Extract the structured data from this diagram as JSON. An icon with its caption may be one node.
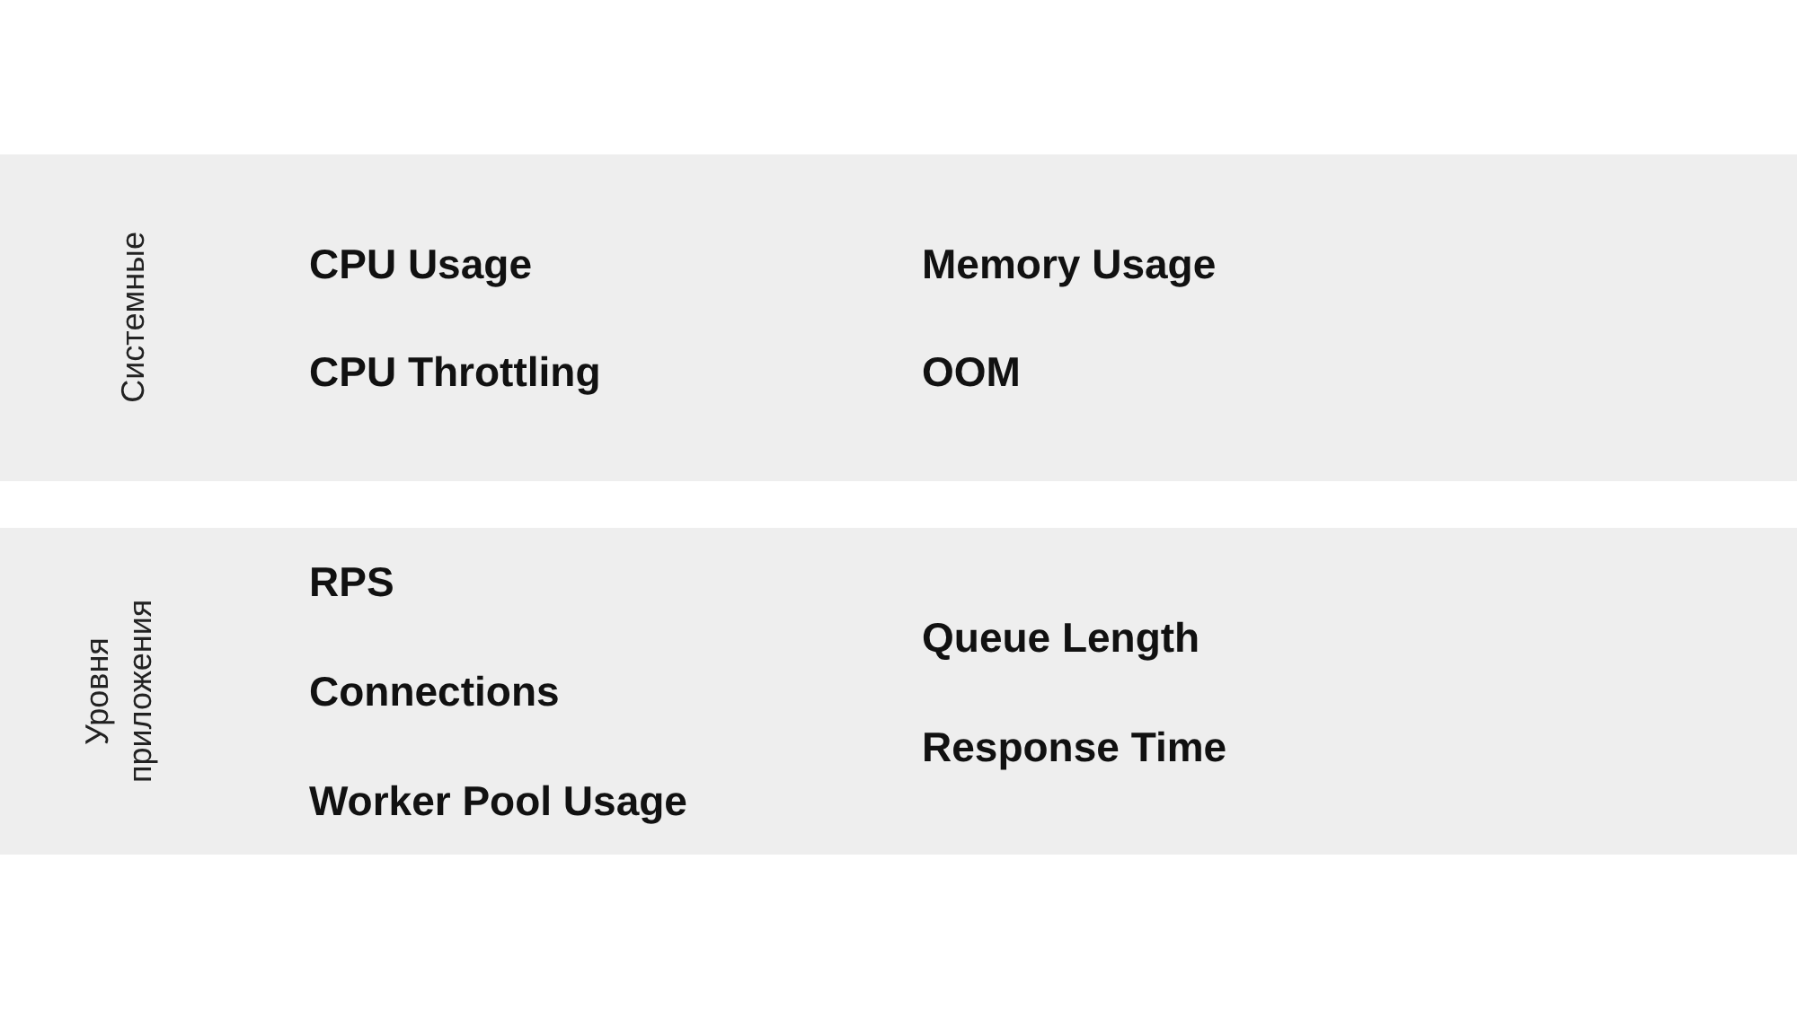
{
  "diagram": {
    "nodes": [
      {
        "text": [
          "Системные",
          "CPU Usage",
          "CPU Throttling",
          "Memory Usage",
          "OOM"
        ]
      },
      {
        "text": [
          "Уровня приложения",
          "RPS",
          "Connections",
          "Worker Pool Usage",
          "Queue Length",
          "Response Time"
        ]
      }
    ],
    "edges": []
  }
}
